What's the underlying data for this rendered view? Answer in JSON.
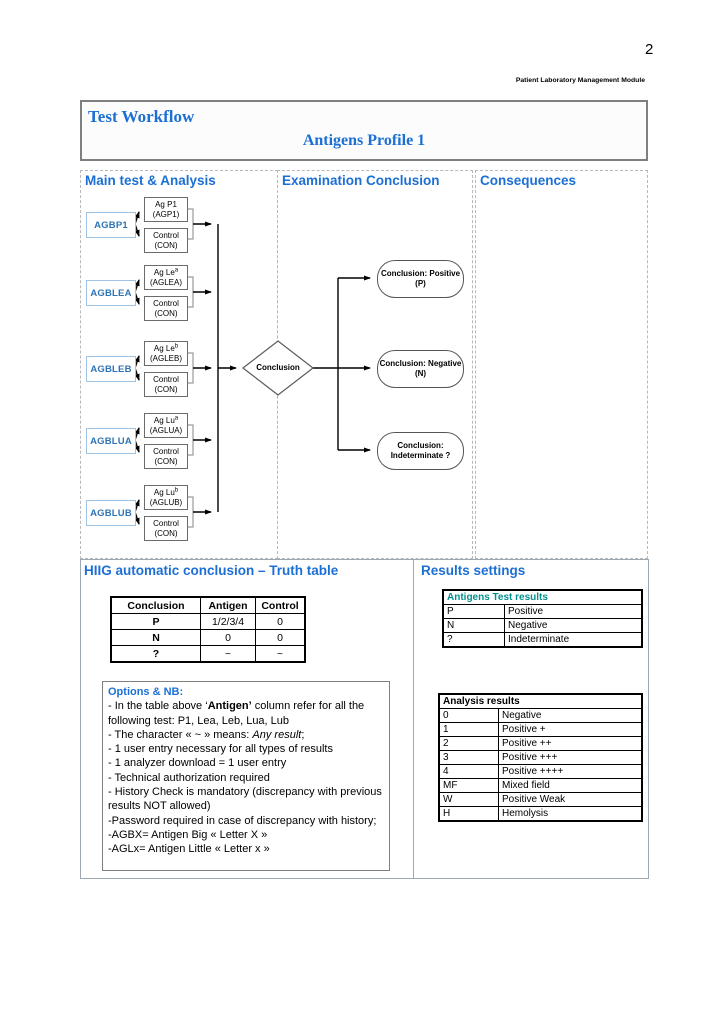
{
  "colors": {
    "accent": "#1c6fd4",
    "test_label": "#2e74b5",
    "test_border": "#9dc3e6",
    "teal": "#00918c"
  },
  "page": {
    "number": "2",
    "module_label": "Patient Laboratory Management Module"
  },
  "header": {
    "title": "Test Workflow",
    "subtitle": "Antigens Profile 1"
  },
  "columns": {
    "main": "Main test & Analysis",
    "exam": "Examination Conclusion",
    "consequences": "Consequences"
  },
  "flow": {
    "decision": "Conclusion",
    "tests": [
      {
        "id": "AGBP1",
        "ag_name": "Ag P1",
        "ag_sup": "",
        "ag_code": "(AGP1)",
        "control_name": "Control",
        "control_code": "(CON)"
      },
      {
        "id": "AGBLEA",
        "ag_name": "Ag Le",
        "ag_sup": "a",
        "ag_code": "(AGLEA)",
        "control_name": "Control",
        "control_code": "(CON)"
      },
      {
        "id": "AGBLEB",
        "ag_name": "Ag Le",
        "ag_sup": "b",
        "ag_code": "(AGLEB)",
        "control_name": "Control",
        "control_code": "(CON)"
      },
      {
        "id": "AGBLUA",
        "ag_name": "Ag Lu",
        "ag_sup": "a",
        "ag_code": "(AGLUA)",
        "control_name": "Control",
        "control_code": "(CON)"
      },
      {
        "id": "AGBLUB",
        "ag_name": "Ag Lu",
        "ag_sup": "b",
        "ag_code": "(AGLUB)",
        "control_name": "Control",
        "control_code": "(CON)"
      }
    ],
    "outcomes": [
      {
        "line1": "Conclusion: Positive",
        "line2": "(P)"
      },
      {
        "line1": "Conclusion: Negative",
        "line2": "(N)"
      },
      {
        "line1": "Conclusion:",
        "line2": "Indeterminate ?"
      }
    ]
  },
  "truth_section": {
    "title": "HIIG automatic conclusion – Truth table",
    "table": {
      "headers": [
        "Conclusion",
        "Antigen",
        "Control"
      ],
      "rows": [
        [
          "P",
          "1/2/3/4",
          "0"
        ],
        [
          "N",
          "0",
          "0"
        ],
        [
          "?",
          "~",
          "~"
        ]
      ]
    },
    "options": {
      "title": "Options & NB:",
      "line1_a": "- In the table above ‘",
      "line1_b": "Antigen’",
      "line1_c": " column refer for all the following test: P1, Lea, Leb, Lua, Lub",
      "line2_a": "- The character « ~ » means: ",
      "line2_b": "Any result",
      "line2_c": ";",
      "lines": [
        "- 1 user entry necessary for all types of results",
        "- 1 analyzer download = 1 user entry",
        "- Technical authorization required",
        "- History Check is mandatory (discrepancy with previous results NOT allowed)",
        "-Password required in case of discrepancy with history;",
        "-AGBX= Antigen Big « Letter X »",
        "-AGLx= Antigen Little « Letter x »"
      ]
    }
  },
  "results_section": {
    "title": "Results settings",
    "antigens_table": {
      "title": "Antigens Test results",
      "rows": [
        [
          "P",
          "Positive"
        ],
        [
          "N",
          "Negative"
        ],
        [
          "?",
          "Indeterminate"
        ]
      ]
    },
    "analysis_table": {
      "title": "Analysis results",
      "rows": [
        [
          "0",
          "Negative"
        ],
        [
          "1",
          "Positive +"
        ],
        [
          "2",
          "Positive ++"
        ],
        [
          "3",
          "Positive +++"
        ],
        [
          "4",
          "Positive ++++"
        ],
        [
          "MF",
          "Mixed field"
        ],
        [
          "W",
          "Positive Weak"
        ],
        [
          "H",
          "Hemolysis"
        ]
      ]
    }
  }
}
